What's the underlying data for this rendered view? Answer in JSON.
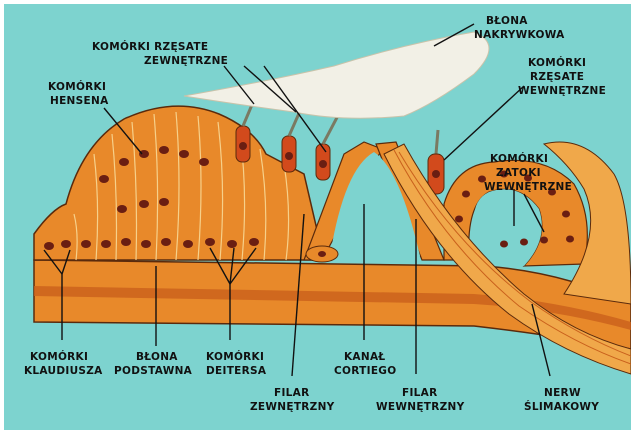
{
  "labels": {
    "blona_nakrywkowa": [
      "BŁONA",
      "NAKRYWKOWA"
    ],
    "komorki_rzesate_zewnetrzne": [
      "KOMÓRKI RZĘSATE",
      "ZEWNĘTRZNE"
    ],
    "komorki_rzesate_wewnetrzne": [
      "KOMÓRKI",
      "RZĘSATE",
      "WEWNĘTRZNE"
    ],
    "komorki_hensena": [
      "KOMÓRKI",
      "HENSENA"
    ],
    "komorki_zatoki_wewnetrzne": [
      "KOMÓRKI",
      "ZATOKI",
      "WEWNĘTRZNE"
    ],
    "komorki_klaudiusza": [
      "KOMÓRKI",
      "KLAUDIUSZA"
    ],
    "blona_podstawna": [
      "BŁONA",
      "PODSTAWNA"
    ],
    "komorki_deitersa": [
      "KOMÓRKI",
      "DEITERSA"
    ],
    "kanal_cortiego": [
      "KANAŁ",
      "CORTIEGO"
    ],
    "filar_zewnetrzny": [
      "FILAR",
      "ZEWNĘTRZNY"
    ],
    "filar_wewnetrzny": [
      "FILAR",
      "WEWNĘTRZNY"
    ],
    "nerw_slimakowy": [
      "NERW",
      "ŚLIMAKOWY"
    ]
  },
  "colors": {
    "background": "#7dd3cf",
    "tissue": "#e8892a",
    "tissue_light": "#f3b24e",
    "membrane": "#f2f0e6",
    "nucleus": "#6a1e12",
    "hair_cell": "#d24a1c",
    "outline": "#5a2a0c"
  }
}
